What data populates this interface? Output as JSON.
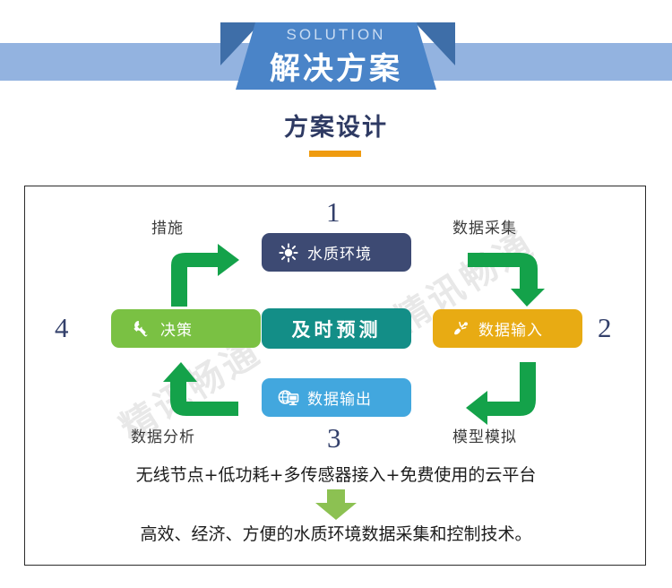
{
  "banner": {
    "english": "SOLUTION",
    "chinese": "解决方案"
  },
  "section": {
    "title": "方案设计",
    "rule_color": "#ef9b0f"
  },
  "diagram": {
    "watermark_text": "精讯畅通",
    "nodes": {
      "top": {
        "label": "水质环境",
        "icon": "sun-icon",
        "color": "#3d4a73",
        "number": "1"
      },
      "right": {
        "label": "数据输入",
        "icon": "satellite-icon",
        "color": "#e8ab13",
        "number": "2"
      },
      "bottom": {
        "label": "数据输出",
        "icon": "globe-monitor-icon",
        "color": "#42a7de",
        "number": "3"
      },
      "left": {
        "label": "决策",
        "icon": "wrench-icon",
        "color": "#7ac143",
        "number": "4"
      },
      "center": {
        "label": "及时预测",
        "icon": "none",
        "color": "#138e87",
        "number": ""
      }
    },
    "flow_labels": {
      "top_left": "措施",
      "top_right": "数据采集",
      "bottom_left": "数据分析",
      "bottom_right": "模型模拟"
    },
    "arrow_color": "#14a24a",
    "summary": {
      "line1": "无线节点+低功耗+多传感器接入+免费使用的云平台",
      "line2": "高效、经济、方便的水质环境数据采集和控制技术。",
      "arrow_color": "#8cc152"
    }
  }
}
